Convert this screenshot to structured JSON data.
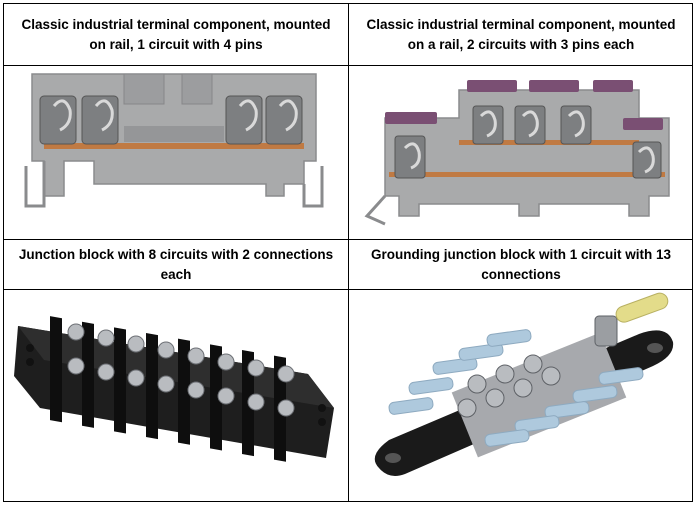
{
  "table": {
    "cells": [
      {
        "caption": "Classic industrial terminal component, mounted on rail, 1 circuit with 4 pins"
      },
      {
        "caption": "Classic industrial terminal component, mounted on a rail, 2 circuits with 3 pins each"
      },
      {
        "caption": "Junction block with 8 circuits with 2 connections each"
      },
      {
        "caption": "Grounding junction block with 1 circuit with 13 connections"
      }
    ]
  },
  "colors": {
    "terminal_gray": "#a9aaab",
    "terminal_dark": "#7d7f81",
    "purple_lever": "#7a4f73",
    "copper": "#c07a43",
    "block_black": "#1e1e1e",
    "screw_metal": "#b9bcc0",
    "connector_blue": "#aec9dd"
  }
}
